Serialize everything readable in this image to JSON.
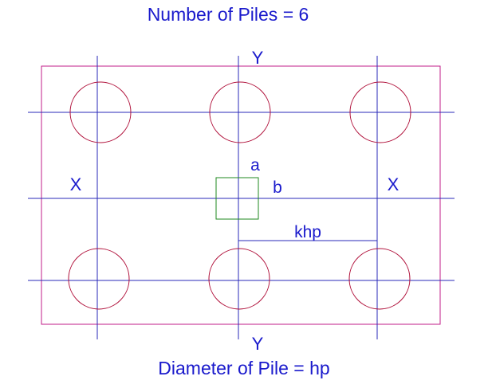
{
  "title": "Number of Piles = 6",
  "caption": "Diameter of Pile = hp",
  "axes": {
    "y_top": "Y",
    "y_bottom": "Y",
    "x_left": "X",
    "x_right": "X"
  },
  "column": {
    "label_a": "a",
    "label_b": "b"
  },
  "dimension": {
    "label": "khp"
  },
  "pile_count": 6,
  "colors": {
    "text": "#1a1acc",
    "axis_line": "#2a2ab8",
    "pile_cap": "#c21e8a",
    "pile": "#b0103a",
    "column": "#1f8a1f"
  }
}
